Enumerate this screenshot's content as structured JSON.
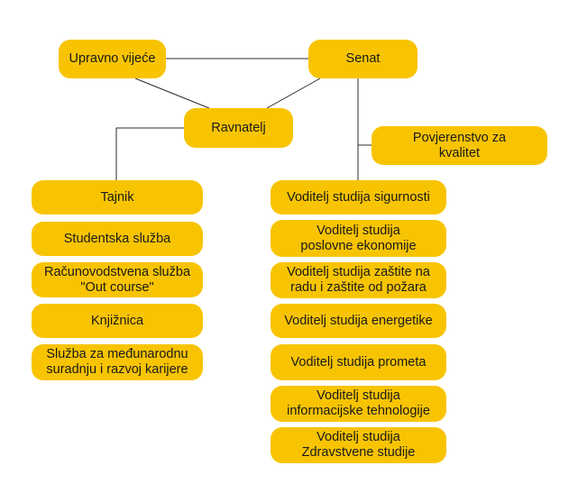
{
  "top": {
    "upravno_vijece": "Upravno vijeće",
    "senat": "Senat",
    "ravnatelj": "Ravnatelj",
    "povjerenstvo": "Povjerenstvo za\nkvalitet"
  },
  "left_column": [
    "Tajnik",
    "Studentska služba",
    "Računovodstvena služba\n\"Out course\"",
    "Knjižnica",
    "Služba za međunarodnu\nsuradnju i razvoj karijere"
  ],
  "right_column": [
    "Voditelj studija sigurnosti",
    "Voditelj studija\nposlovne ekonomije",
    "Voditelj studija zaštite na\nradu i zaštite od požara",
    "Voditelj studija energetike",
    "Voditelj studija prometa",
    "Voditelj studija\ninformacijske tehnologije",
    "Voditelj studija\nZdravstvene studije"
  ],
  "colors": {
    "box": "#f8c401",
    "line": "#2b2b2b",
    "text": "#1a1a1a"
  }
}
